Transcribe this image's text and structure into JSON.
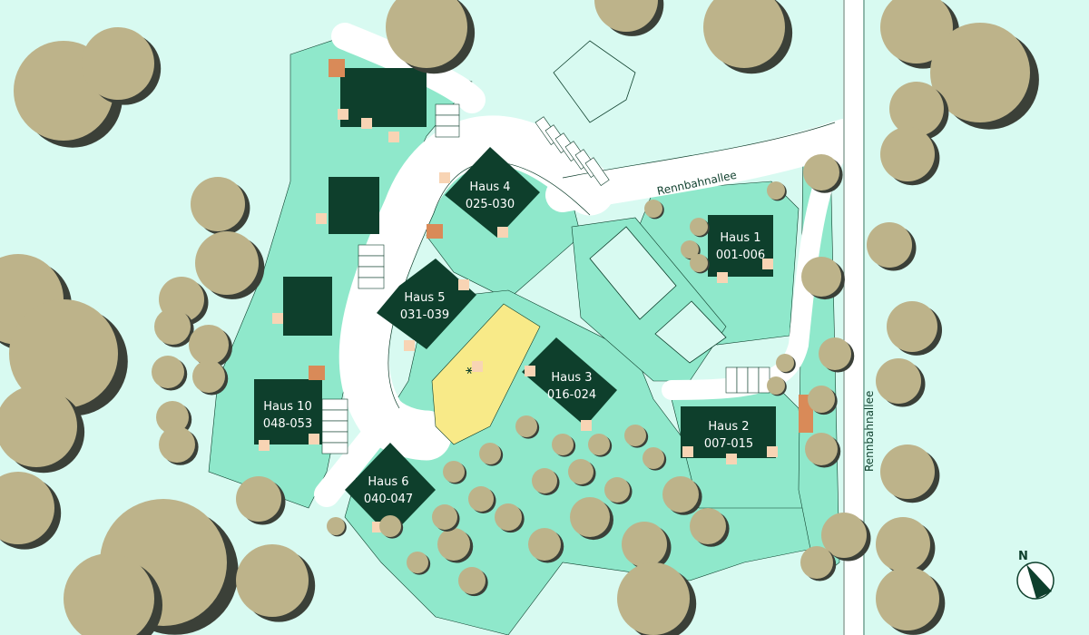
{
  "map": {
    "colors": {
      "background": "#d8faf1",
      "green_area": "#8fe8cb",
      "building": "#0e3f2c",
      "tree": "#bdb38a",
      "tree_shadow": "#3b4038",
      "road": "#ffffff",
      "playground": "#f8ea88",
      "entrance": "#f8d4b4",
      "shed": "#d98a58"
    },
    "streets": [
      {
        "name": "Rennbahnallee"
      },
      {
        "name": "Rennbahnallee"
      }
    ],
    "houses": [
      {
        "name": "Haus 1",
        "units": "001-006"
      },
      {
        "name": "Haus 2",
        "units": "007-015"
      },
      {
        "name": "Haus 3",
        "units": "016-024"
      },
      {
        "name": "Haus 4",
        "units": "025-030"
      },
      {
        "name": "Haus 5",
        "units": "031-039"
      },
      {
        "name": "Haus 6",
        "units": "040-047"
      },
      {
        "name": "Haus 10",
        "units": "048-053"
      }
    ],
    "playground_icon": "playground-icon",
    "compass": {
      "label": "N",
      "icon": "compass-north-icon"
    }
  }
}
